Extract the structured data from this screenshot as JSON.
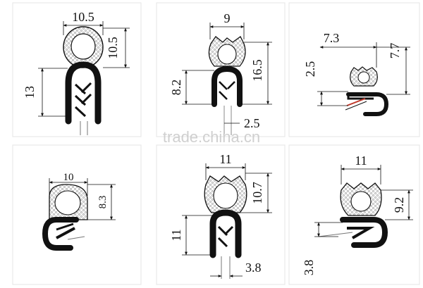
{
  "watermark": "trade.china.cn",
  "profiles": [
    {
      "id": "p1",
      "dims": {
        "a": "10.5",
        "b": "10.5",
        "c": "13"
      }
    },
    {
      "id": "p2",
      "dims": {
        "a": "9",
        "b": "16.5",
        "c": "8.2",
        "d": "2.5"
      }
    },
    {
      "id": "p3",
      "dims": {
        "a": "7.3",
        "b": "7.7",
        "c": "2.5"
      }
    },
    {
      "id": "p4",
      "dims": {
        "a": "10",
        "b": "8.3"
      }
    },
    {
      "id": "p5",
      "dims": {
        "a": "11",
        "b": "10.7",
        "c": "11",
        "d": "3.8"
      }
    },
    {
      "id": "p6",
      "dims": {
        "a": "11",
        "b": "9.2",
        "c": "3.8"
      }
    }
  ],
  "colors": {
    "line": "#111111",
    "cell": "#9a9a9a",
    "accent": "#c0392b",
    "frame": "#e4e4e4"
  }
}
